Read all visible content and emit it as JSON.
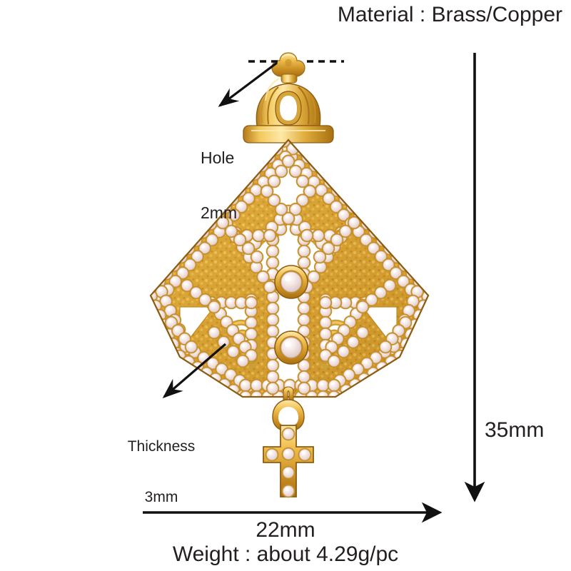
{
  "product": {
    "type": "fan-shaped-pave-pendant-with-cross-drop",
    "material_text": "Material : Brass/Copper",
    "weight_text": "Weight : about 4.29g/pc"
  },
  "annotations": {
    "hole": {
      "label_line1": "Hole",
      "label_line2": "2mm",
      "leader": "dashed-line-with-arrow-to-top-loop"
    },
    "thickness": {
      "label_line1": "Thickness",
      "label_line2": "3mm",
      "leader": "arrow-to-pendant-edge"
    },
    "height": {
      "value": "35mm",
      "axis": "vertical",
      "arrow": "down"
    },
    "width": {
      "value": "22mm",
      "axis": "horizontal",
      "arrow": "right"
    }
  },
  "colors": {
    "ink": "#231f20",
    "gold_dark": "#b3791a",
    "gold_mid": "#dda83a",
    "gold_bright": "#f6cf63",
    "gold_light": "#ffe9a8",
    "gold_shadow": "#8d5d12",
    "stone_fill": "#f4e7e5",
    "stone_edge": "#d9c3c0",
    "background": "#ffffff"
  }
}
